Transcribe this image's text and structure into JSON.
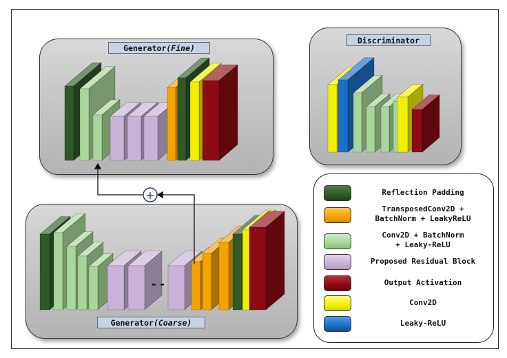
{
  "titles": {
    "fine_main": "Generator",
    "fine_sub": "(Fine)",
    "coarse_main": "Generator",
    "coarse_sub": "(Coarse)",
    "discriminator": "Discriminator"
  },
  "connector": {
    "plus_symbol": "+",
    "gap_symbol": "- -"
  },
  "colors": {
    "reflection_padding": "#2e5a28",
    "transposed_conv": "#f5a300",
    "conv_batchnorm": "#a9d69a",
    "residual_block": "#c8b2d6",
    "output_activation": "#8b0a14",
    "conv2d": "#f2f000",
    "leaky_relu": "#1c6fc8"
  },
  "legend": [
    {
      "key": "reflection_padding",
      "line1": "Reflection Padding",
      "line2": ""
    },
    {
      "key": "transposed_conv",
      "line1": "TransposedConv2D +",
      "line2": "BatchNorm + LeakyReLU"
    },
    {
      "key": "conv_batchnorm",
      "line1": "Conv2D + BatchNorm",
      "line2": "+ Leaky-ReLU"
    },
    {
      "key": "residual_block",
      "line1": "Proposed Residual Block",
      "line2": ""
    },
    {
      "key": "output_activation",
      "line1": "Output Activation",
      "line2": ""
    },
    {
      "key": "conv2d",
      "line1": "Conv2D",
      "line2": ""
    },
    {
      "key": "leaky_relu",
      "line1": "Leaky-ReLU",
      "line2": ""
    }
  ]
}
